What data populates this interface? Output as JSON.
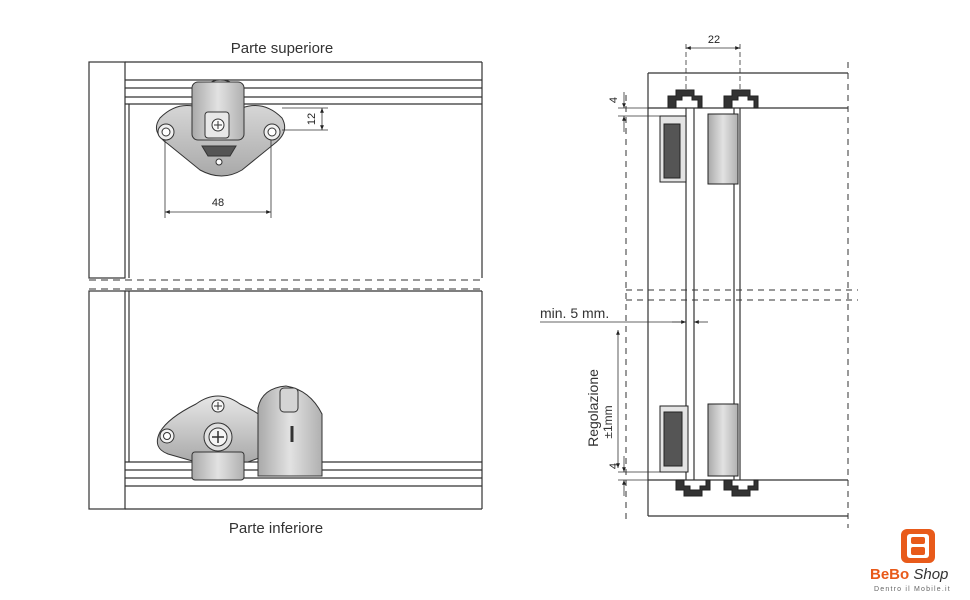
{
  "labels": {
    "top_title": "Parte superiore",
    "bottom_title": "Parte inferiore",
    "min_gap": "min. 5 mm.",
    "adjust_title": "Regolazione",
    "adjust_range": "±1mm"
  },
  "dimensions": {
    "width_48": "48",
    "height_12": "12",
    "width_22": "22",
    "top_4": "4",
    "bottom_4": "4"
  },
  "brand": {
    "name_main": "BeBo",
    "name_shop": "Shop",
    "tagline": "Dentro il Mobile.it",
    "color_orange": "#e85a1a",
    "color_dark": "#333333"
  },
  "colors": {
    "line": "#333333",
    "metal_light": "#d9d9d9",
    "metal_mid": "#bdbdbd",
    "metal_dark": "#8c8c8c"
  }
}
